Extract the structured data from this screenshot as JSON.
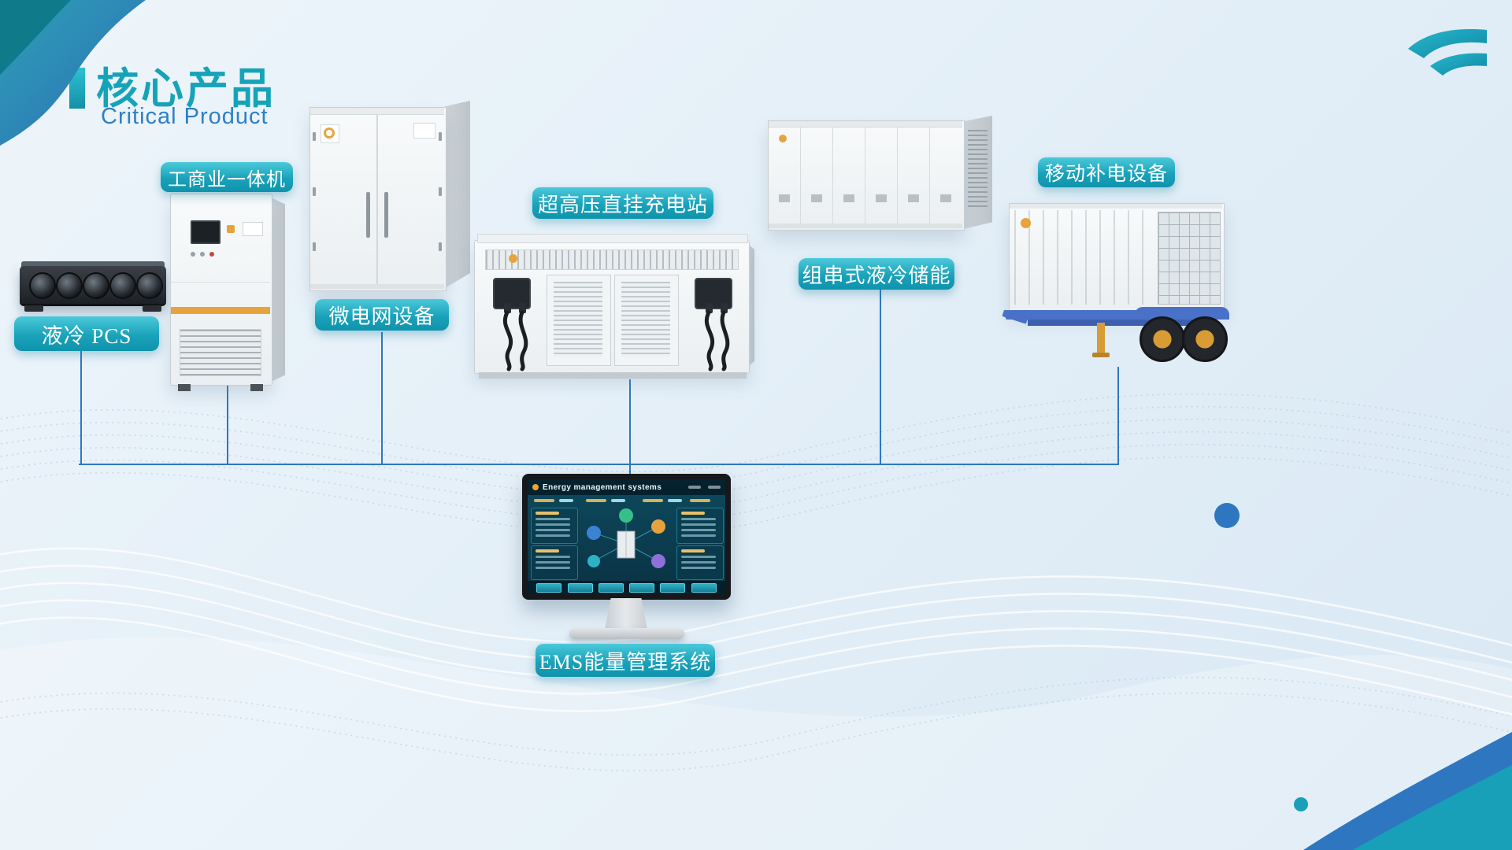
{
  "header": {
    "title": "核心产品",
    "subtitle": "Critical Product"
  },
  "products": [
    {
      "label": "液冷 PCS"
    },
    {
      "label": "工商业一体机"
    },
    {
      "label": "微电网设备"
    },
    {
      "label": "超高压直挂充电站"
    },
    {
      "label": "组串式液冷储能"
    },
    {
      "label": "移动补电设备"
    },
    {
      "label": "EMS能量管理系统"
    }
  ],
  "monitor": {
    "header_title": "Energy management systems"
  },
  "colors": {
    "accent_teal": "#17a0b8",
    "line_blue": "#2e77c0",
    "accent_orange": "#e8a33d",
    "title_teal": "#16a3b8",
    "subtitle_blue": "#2e7fc5"
  }
}
